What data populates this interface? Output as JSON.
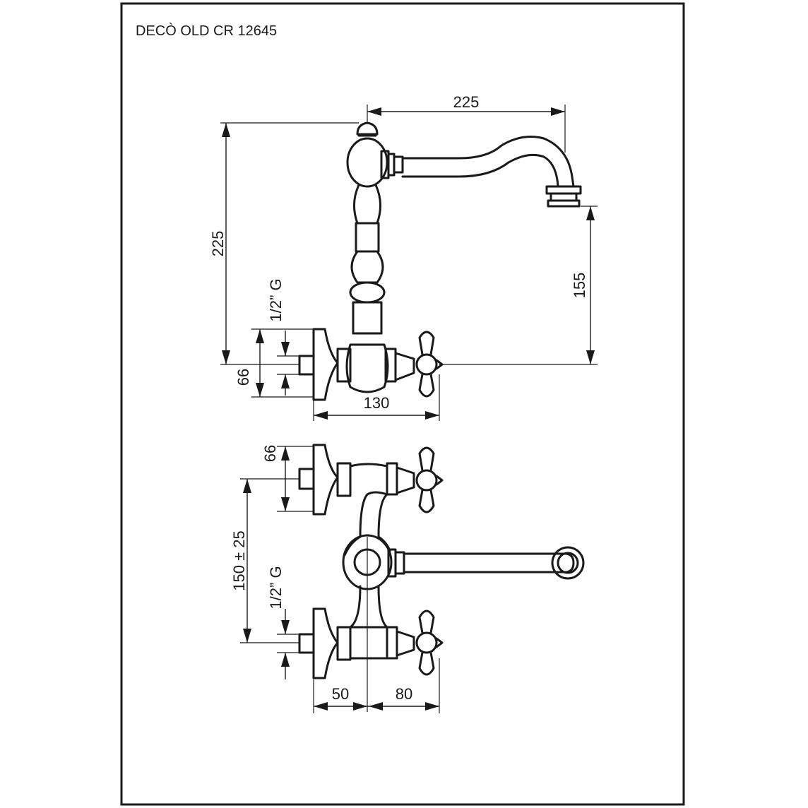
{
  "title": "DECÒ OLD CR 12645",
  "dimensions": {
    "top_spout_reach": "225",
    "total_height": "225",
    "pipe_thread_top": "1/2” G",
    "inlet_height_top": "66",
    "body_depth": "130",
    "spout_clearance": "155",
    "inlet_height_bottom": "66",
    "inlet_spacing": "150 ± 25",
    "pipe_thread_bottom": "1/2” G",
    "offset_left": "50",
    "offset_right": "80"
  }
}
